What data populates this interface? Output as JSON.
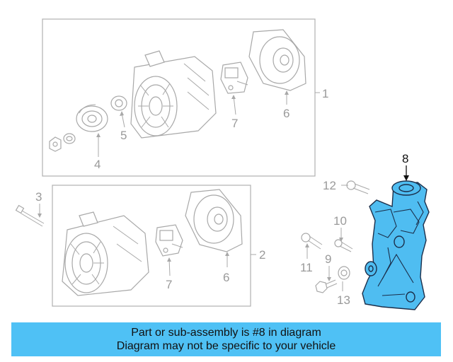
{
  "callouts": {
    "c1": "1",
    "c2": "2",
    "c3": "3",
    "c4": "4",
    "c5": "5",
    "c6a": "6",
    "c6b": "6",
    "c7a": "7",
    "c7b": "7",
    "c8": "8",
    "c9": "9",
    "c10": "10",
    "c11": "11",
    "c12": "12",
    "c13": "13"
  },
  "highlight_part": "8",
  "colors": {
    "highlight": "#4fbdf1",
    "banner": "#4fc1f5",
    "linework": "#a8a8a8"
  },
  "banner": {
    "line1": "Part or sub-assembly is #8 in diagram",
    "line2": "Diagram may not be specific to your vehicle"
  }
}
